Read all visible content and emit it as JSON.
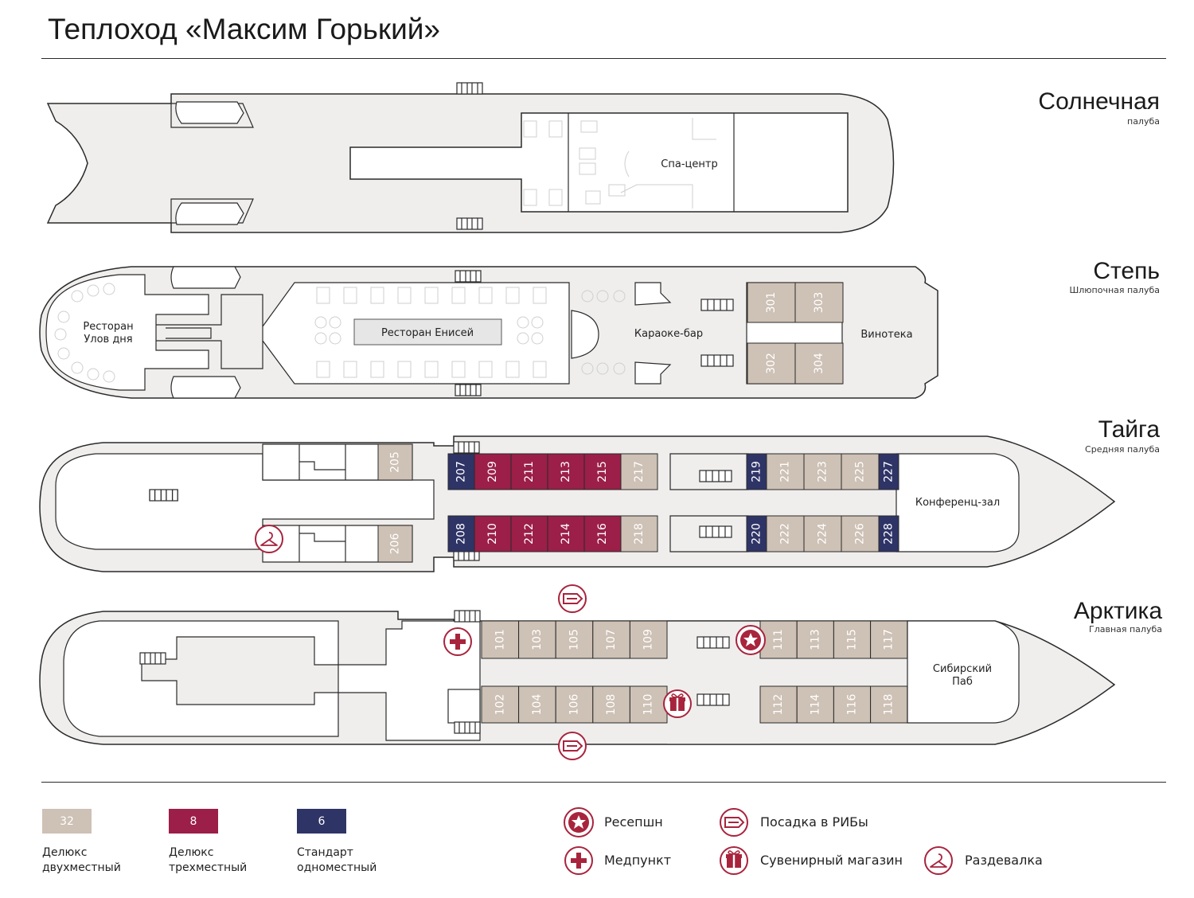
{
  "title": "Теплоход «Максим Горький»",
  "colors": {
    "deluxe_double": "#cec1b5",
    "deluxe_triple": "#9b1f48",
    "standard_single": "#2f3467",
    "accent": "#a8243d",
    "hull": "#efeeed",
    "outline": "#2a2a2a"
  },
  "decks": {
    "sun": {
      "name": "Солнечная",
      "subtitle": "палуба",
      "spa": "Спа-центр"
    },
    "step": {
      "name": "Степь",
      "subtitle": "Шлюпочная палуба",
      "restaurant_ulov": [
        "Ресторан",
        "Улов дня"
      ],
      "restaurant_enisei": "Ресторан Енисей",
      "karaoke": "Караоке-бар",
      "vinoteka": "Винотека"
    },
    "taiga": {
      "name": "Тайга",
      "subtitle": "Средняя палуба",
      "conference": "Конференц-зал"
    },
    "arktika": {
      "name": "Арктика",
      "subtitle": "Главная палуба",
      "pub": [
        "Сибирский",
        "Паб"
      ]
    }
  },
  "cabins": {
    "step_top": [
      {
        "n": "301",
        "c": "deluxe_double"
      },
      {
        "n": "303",
        "c": "deluxe_double"
      }
    ],
    "step_bottom": [
      {
        "n": "302",
        "c": "deluxe_double"
      },
      {
        "n": "304",
        "c": "deluxe_double"
      }
    ],
    "taiga_top_left": [
      {
        "n": "205",
        "c": "deluxe_double"
      }
    ],
    "taiga_bottom_left": [
      {
        "n": "206",
        "c": "deluxe_double"
      }
    ],
    "taiga_top_mid": [
      {
        "n": "207",
        "c": "standard_single"
      },
      {
        "n": "209",
        "c": "deluxe_triple"
      },
      {
        "n": "211",
        "c": "deluxe_triple"
      },
      {
        "n": "213",
        "c": "deluxe_triple"
      },
      {
        "n": "215",
        "c": "deluxe_triple"
      },
      {
        "n": "217",
        "c": "deluxe_double"
      }
    ],
    "taiga_bottom_mid": [
      {
        "n": "208",
        "c": "standard_single"
      },
      {
        "n": "210",
        "c": "deluxe_triple"
      },
      {
        "n": "212",
        "c": "deluxe_triple"
      },
      {
        "n": "214",
        "c": "deluxe_triple"
      },
      {
        "n": "216",
        "c": "deluxe_triple"
      },
      {
        "n": "218",
        "c": "deluxe_double"
      }
    ],
    "taiga_top_right": [
      {
        "n": "219",
        "c": "standard_single"
      },
      {
        "n": "221",
        "c": "deluxe_double"
      },
      {
        "n": "223",
        "c": "deluxe_double"
      },
      {
        "n": "225",
        "c": "deluxe_double"
      },
      {
        "n": "227",
        "c": "standard_single"
      }
    ],
    "taiga_bottom_right": [
      {
        "n": "220",
        "c": "standard_single"
      },
      {
        "n": "222",
        "c": "deluxe_double"
      },
      {
        "n": "224",
        "c": "deluxe_double"
      },
      {
        "n": "226",
        "c": "deluxe_double"
      },
      {
        "n": "228",
        "c": "standard_single"
      }
    ],
    "arktika_top_left": [
      {
        "n": "101",
        "c": "deluxe_double"
      },
      {
        "n": "103",
        "c": "deluxe_double"
      },
      {
        "n": "105",
        "c": "deluxe_double"
      },
      {
        "n": "107",
        "c": "deluxe_double"
      },
      {
        "n": "109",
        "c": "deluxe_double"
      }
    ],
    "arktika_bottom_left": [
      {
        "n": "102",
        "c": "deluxe_double"
      },
      {
        "n": "104",
        "c": "deluxe_double"
      },
      {
        "n": "106",
        "c": "deluxe_double"
      },
      {
        "n": "108",
        "c": "deluxe_double"
      },
      {
        "n": "110",
        "c": "deluxe_double"
      }
    ],
    "arktika_top_right": [
      {
        "n": "111",
        "c": "deluxe_double"
      },
      {
        "n": "113",
        "c": "deluxe_double"
      },
      {
        "n": "115",
        "c": "deluxe_double"
      },
      {
        "n": "117",
        "c": "deluxe_double"
      }
    ],
    "arktika_bottom_right": [
      {
        "n": "112",
        "c": "deluxe_double"
      },
      {
        "n": "114",
        "c": "deluxe_double"
      },
      {
        "n": "116",
        "c": "deluxe_double"
      },
      {
        "n": "118",
        "c": "deluxe_double"
      }
    ]
  },
  "legend": {
    "deluxe_double": {
      "count": "32",
      "label": [
        "Делюкс",
        "двухместный"
      ]
    },
    "deluxe_triple": {
      "count": "8",
      "label": [
        "Делюкс",
        "трехместный"
      ]
    },
    "standard_single": {
      "count": "6",
      "label": [
        "Стандарт",
        "одноместный"
      ]
    },
    "icons": {
      "reception": "Ресепшн",
      "medical": "Медпункт",
      "rib_boarding": "Посадка в РИБы",
      "souvenir": "Сувенирный магазин",
      "cloakroom": "Раздевалка"
    }
  }
}
